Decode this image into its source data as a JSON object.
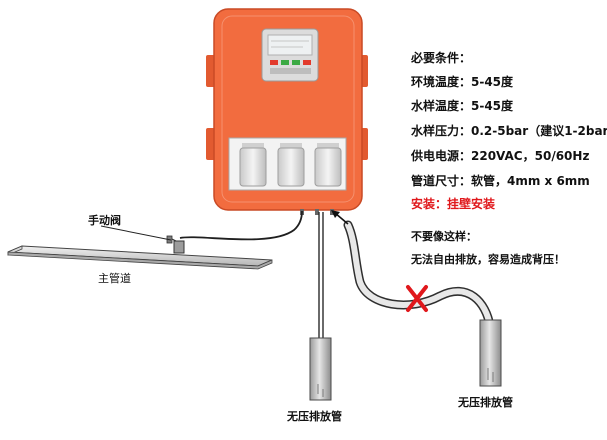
{
  "conditions": {
    "heading": "必要条件：",
    "ambient_temp": "环境温度：5-45度",
    "sample_temp": "水样温度：5-45度",
    "sample_pressure": "水样压力：0.2-5bar（建议1-2bar）",
    "power": "供电电源：220VAC，50/60Hz",
    "pipe_size": "管道尺寸：软管，4mm x 6mm",
    "install": "安装：挂壁安装"
  },
  "warning": {
    "heading": "不要像这样：",
    "text": "无法自由排放，容易造成背压！"
  },
  "labels": {
    "manual_valve": "手动阀",
    "main_pipe": "主管道",
    "drain_left": "无压排放管",
    "drain_right": "无压排放管"
  },
  "colors": {
    "cabinet": "#f26c3f",
    "cabinet_edge": "#c94a25",
    "warning_red": "#e0181c"
  }
}
